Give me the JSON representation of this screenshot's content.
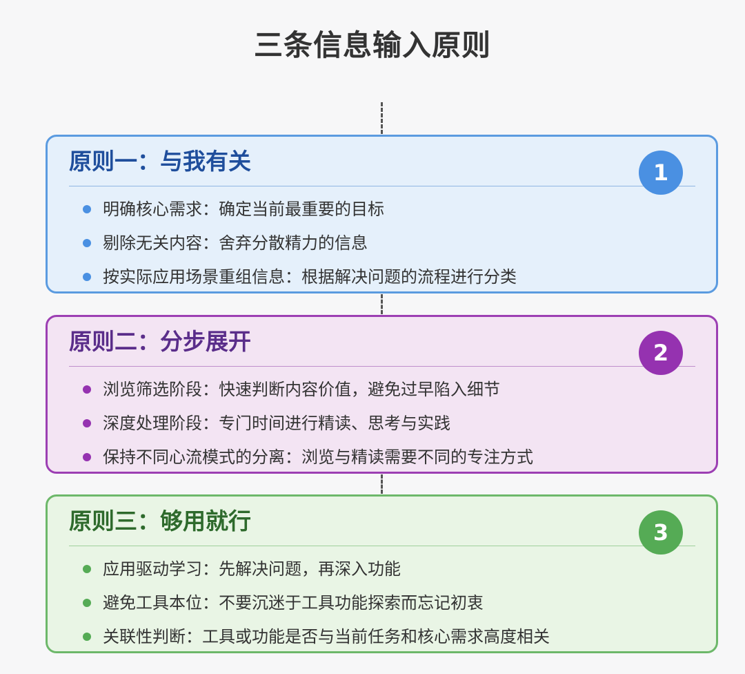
{
  "title": "三条信息输入原则",
  "principles": [
    {
      "heading": "原则一：与我有关",
      "badge": "1",
      "colors": {
        "border": "#5b9be0",
        "background": "#e5f0fb",
        "heading": "#1f4e9c",
        "badge": "#4a90e2",
        "rule": "#8fb6e3"
      },
      "items": [
        "明确核心需求：确定当前最重要的目标",
        "剔除无关内容：舍弃分散精力的信息",
        "按实际应用场景重组信息：根据解决问题的流程进行分类"
      ]
    },
    {
      "heading": "原则二：分步展开",
      "badge": "2",
      "colors": {
        "border": "#9c3fb3",
        "background": "#f3e4f3",
        "heading": "#5a2d8a",
        "badge": "#9532b0",
        "rule": "#bf8fcc"
      },
      "items": [
        "浏览筛选阶段：快速判断内容价值，避免过早陷入细节",
        "深度处理阶段：专门时间进行精读、思考与实践",
        "保持不同心流模式的分离：浏览与精读需要不同的专注方式"
      ]
    },
    {
      "heading": "原则三：够用就行",
      "badge": "3",
      "colors": {
        "border": "#6db86a",
        "background": "#e9f5e5",
        "heading": "#2e6a2c",
        "badge": "#55ab55",
        "rule": "#9fcf9b"
      },
      "items": [
        "应用驱动学习：先解决问题，再深入功能",
        "避免工具本位：不要沉迷于工具功能探索而忘记初衷",
        "关联性判断：工具或功能是否与当前任务和核心需求高度相关"
      ]
    }
  ]
}
